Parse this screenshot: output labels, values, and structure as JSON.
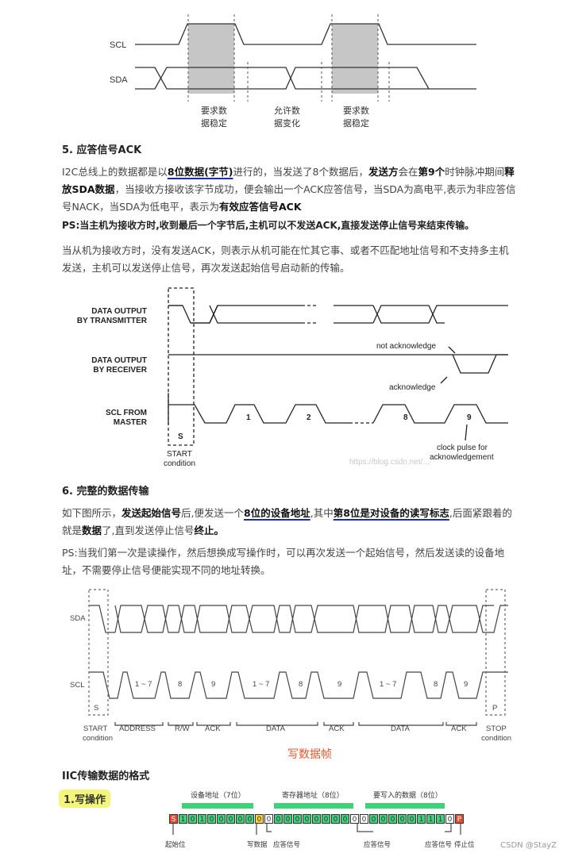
{
  "fig1": {
    "scl": "SCL",
    "sda": "SDA",
    "l1a": "要求数",
    "l1b": "据稳定",
    "l2a": "允许数",
    "l2b": "据变化",
    "l3a": "要求数",
    "l3b": "据稳定"
  },
  "sec5": {
    "heading": "5. 应答信号ACK",
    "p1_a": "I2C总线上的数据都是以",
    "p1_b": "8位数据(字节)",
    "p1_c": "进行的，当发送了8个数据后，",
    "p1_d": "发送方",
    "p1_e": "会在",
    "p1_f": "第9个",
    "p1_g": "时钟脉冲期间",
    "p1_h": "释放SDA数据",
    "p1_i": "，当接收方接收该字节成功，便会输出一个ACK应答信号，当SDA为高电平,表示为非应答信号NACK，当SDA为低电平，表示为",
    "p1_j": "有效应答信号ACK",
    "ps": "PS:当主机为接收方时,收到最后一个字节后,主机可以不发送ACK,直接发送停止信号来结束传输。",
    "p2": "当从机为接收方时，没有发送ACK，则表示从机可能在忙其它事、或者不匹配地址信号和不支持多主机发送，主机可以发送停止信号，再次发送起始信号启动新的传输。"
  },
  "fig2": {
    "data_out_tx_1": "DATA OUTPUT",
    "data_out_tx_2": "BY TRANSMITTER",
    "data_out_rx_1": "DATA OUTPUT",
    "data_out_rx_2": "BY RECEIVER",
    "scl_1": "SCL FROM",
    "scl_2": "MASTER",
    "not_ack": "not acknowledge",
    "ack": "acknowledge",
    "p1": "1",
    "p2": "2",
    "p8": "8",
    "p9": "9",
    "s": "S",
    "start_1": "START",
    "start_2": "condition",
    "clock_1": "clock pulse for",
    "clock_2": "acknowledgement",
    "watermark": "https://blog.csdn.net/..."
  },
  "sec6": {
    "heading": "6. 完整的数据传输",
    "p1_a": "如下图所示，",
    "p1_b": "发送起始信号",
    "p1_c": "后,便发送一个",
    "p1_d": "8位的设备地址",
    "p1_e": ",其中",
    "p1_f": "第8位是对设备的读写标志",
    "p1_g": ",后面紧跟着的就是",
    "p1_h": "数据",
    "p1_i": "了,直到发送停止信号",
    "p1_j": "终止。",
    "ps": "PS:当我们第一次是读操作，然后想换成写操作时，可以再次发送一个起始信号，然后发送读的设备地址，不需要停止信号便能实现不同的地址转换。"
  },
  "fig3": {
    "sda": "SDA",
    "scl": "SCL",
    "s": "S",
    "p": "P",
    "n17a": "1 ~ 7",
    "n8a": "8",
    "n9a": "9",
    "n17b": "1 ~ 7",
    "n8b": "8",
    "n9b": "9",
    "n17c": "1 ~ 7",
    "n8c": "8",
    "n9c": "9",
    "start_1": "START",
    "start_2": "condition",
    "address": "ADDRESS",
    "rw": "R/W",
    "ack1": "ACK",
    "data1": "DATA",
    "ack2": "ACK",
    "data2": "DATA",
    "ack3": "ACK",
    "stop_1": "STOP",
    "stop_2": "condition",
    "caption": "写数据帧"
  },
  "iic": {
    "heading": "IIC传输数据的格式",
    "write_op": "1.写操作",
    "f_dev": "设备地址（7位）",
    "f_reg": "寄存器地址（8位）",
    "f_dat": "要写入的数据（8位）",
    "b_start": "起始位",
    "b_w": "写数据",
    "b_ack1": "应答信号",
    "b_ack2": "应答信号",
    "b_ack3": "应答信号",
    "b_stop": "停止位",
    "bits": [
      "S",
      "1",
      "0",
      "1",
      "0",
      "0",
      "0",
      "0",
      "0",
      "0",
      "0",
      "0",
      "0",
      "0",
      "0",
      "0",
      "0",
      "0",
      "0",
      "0",
      "0",
      "0",
      "0",
      "0",
      "0",
      "0",
      "1",
      "1",
      "1",
      "0",
      "P"
    ]
  },
  "footer": {
    "credit": "CSDN @StayZ"
  },
  "colors": {
    "red": "#e64a2e",
    "green": "#3fd27a",
    "yellow": "#f4d340",
    "caption": "#e8572b",
    "hatch": "#c9c9c9"
  }
}
